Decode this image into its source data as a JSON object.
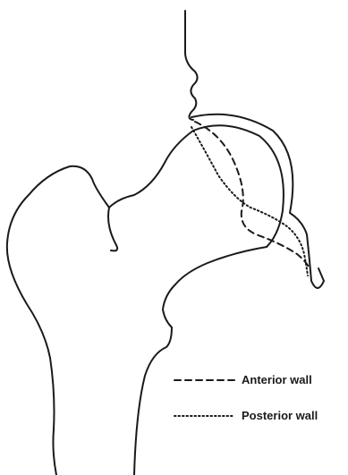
{
  "colors": {
    "line": "#1a1a1a",
    "background": "#ffffff"
  },
  "legend": {
    "anterior": {
      "label": "Anterior wall",
      "style": "dashed"
    },
    "posterior": {
      "label": "Posterior wall",
      "style": "dotted"
    }
  }
}
